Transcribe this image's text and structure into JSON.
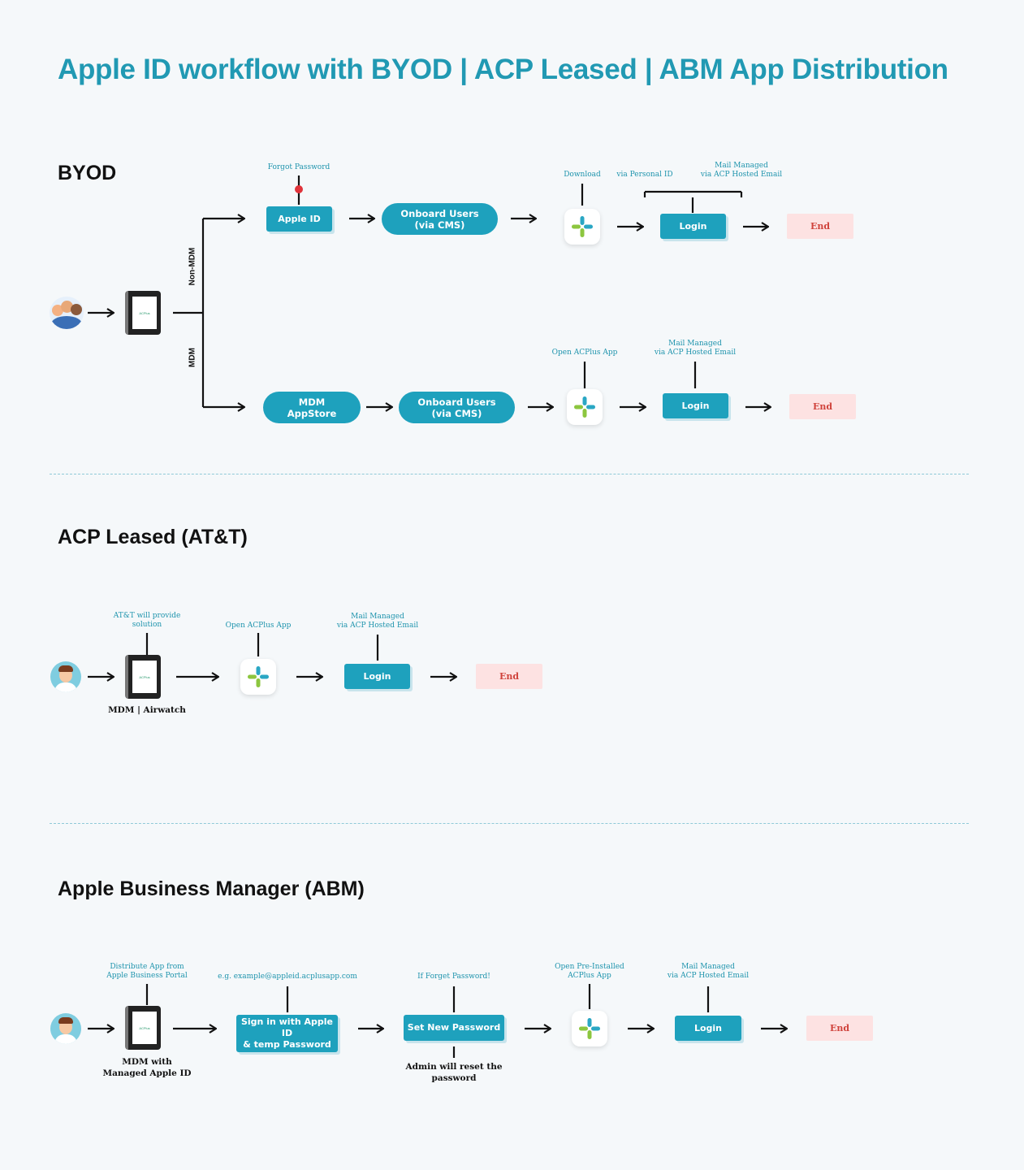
{
  "title": "Apple ID workflow with BYOD | ACP Leased | ABM App Distribution",
  "colors": {
    "accent": "#2199b3",
    "box": "#1ea1bd",
    "end_bg": "#fde2e2",
    "end_text": "#d0443d",
    "label": "#1f94ad"
  },
  "icons": {
    "app": "acplus-app-icon",
    "device": "tablet-icon",
    "user": "user-avatar-icon",
    "group": "user-group-icon"
  },
  "byod": {
    "heading": "BYOD",
    "non_mdm_label": "Non-MDM",
    "mdm_label": "MDM",
    "device_screen": "ACPlus",
    "top": {
      "forgot_password": "Forgot Password",
      "apple_id": "Apple ID",
      "onboard": "Onboard Users\n(via CMS)",
      "download": "Download",
      "via_personal_id": "via Personal ID",
      "mail_managed": "Mail Managed\nvia ACP Hosted Email",
      "login": "Login",
      "end": "End"
    },
    "bottom": {
      "mdm_appstore": "MDM\nAppStore",
      "onboard": "Onboard Users\n(via CMS)",
      "open_app": "Open ACPlus App",
      "mail_managed": "Mail Managed\nvia ACP Hosted Email",
      "login": "Login",
      "end": "End"
    }
  },
  "acp_leased": {
    "heading": "ACP Leased (AT&T)",
    "att_provide": "AT&T will provide\nsolution",
    "device_screen": "ACPlus",
    "device_caption": "MDM | Airwatch",
    "open_app": "Open ACPlus App",
    "mail_managed": "Mail Managed\nvia ACP Hosted Email",
    "login": "Login",
    "end": "End"
  },
  "abm": {
    "heading": "Apple Business Manager (ABM)",
    "distribute": "Distribute App from\nApple Business Portal",
    "device_screen": "ACPlus",
    "device_caption": "MDM with\nManaged Apple ID",
    "example_email": "e.g. example@appleid.acplusapp.com",
    "sign_in": "Sign in with Apple ID\n& temp Password",
    "if_forget": "If Forget Password!",
    "set_new_password": "Set New Password",
    "admin_reset": "Admin will reset the\npassword",
    "open_preinstalled": "Open Pre-Installed\nACPlus App",
    "mail_managed": "Mail Managed\nvia ACP Hosted Email",
    "login": "Login",
    "end": "End"
  }
}
